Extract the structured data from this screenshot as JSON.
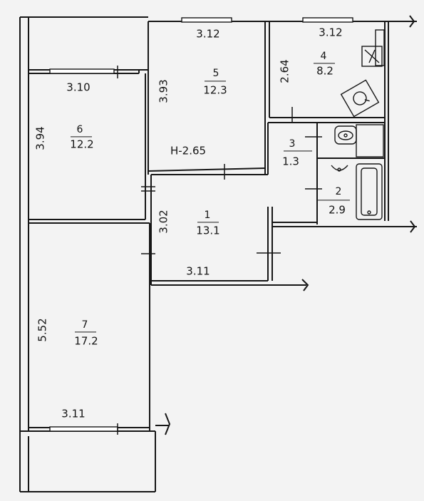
{
  "plan": {
    "height_label": "H-2.65",
    "rooms": [
      {
        "id": "1",
        "number": "1",
        "area": "13.1"
      },
      {
        "id": "2",
        "number": "2",
        "area": "2.9"
      },
      {
        "id": "3",
        "number": "3",
        "area": "1.3"
      },
      {
        "id": "4",
        "number": "4",
        "area": "8.2"
      },
      {
        "id": "5",
        "number": "5",
        "area": "12.3"
      },
      {
        "id": "6",
        "number": "6",
        "area": "12.2"
      },
      {
        "id": "7",
        "number": "7",
        "area": "17.2"
      }
    ],
    "dimensions": {
      "room5_width": "3.12",
      "room5_depth": "3.93",
      "room4_width": "3.12",
      "room4_depth": "2.64",
      "room6_width": "3.10",
      "room6_depth": "3.94",
      "room1_depth": "3.02",
      "room1_width": "3.11",
      "room7_depth": "5.52",
      "room7_width": "3.11"
    }
  }
}
